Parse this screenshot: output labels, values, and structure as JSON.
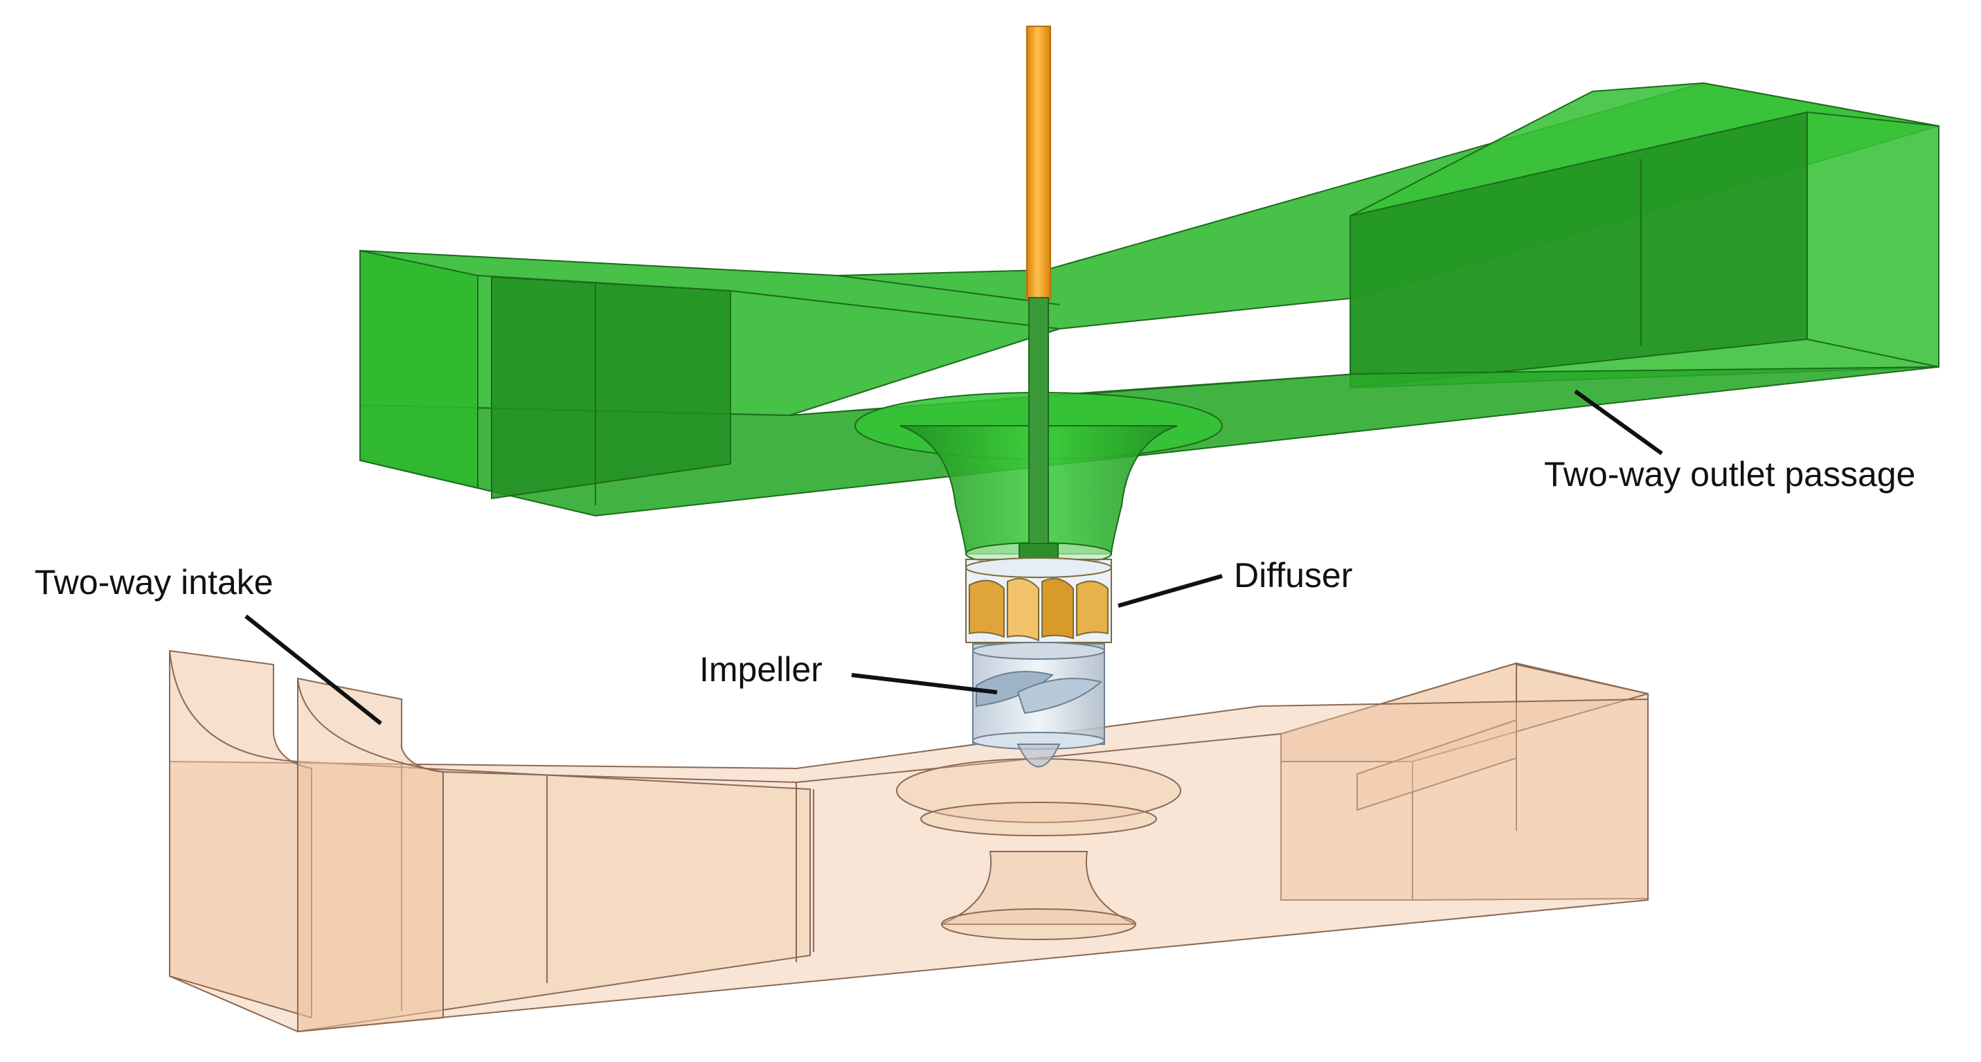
{
  "labels": {
    "outlet": "Two-way outlet passage",
    "intake": "Two-way intake",
    "diffuser": "Diffuser",
    "impeller": "Impeller"
  },
  "colors": {
    "outlet_fill": "#2eb82e",
    "outlet_edge": "#1d6b1d",
    "intake_fill": "#f0c6a4",
    "intake_edge": "#8a6a55",
    "shaft": "#f5a21a",
    "diffuser_blades": "#e0a53a",
    "impeller_blades": "#9fb3c8",
    "leader_line": "#111111"
  },
  "icons": {
    "outlet": "outlet-passage-shape",
    "intake": "intake-passage-shape",
    "shaft": "pump-shaft-shape",
    "diffuser": "diffuser-shape",
    "impeller": "impeller-shape"
  }
}
